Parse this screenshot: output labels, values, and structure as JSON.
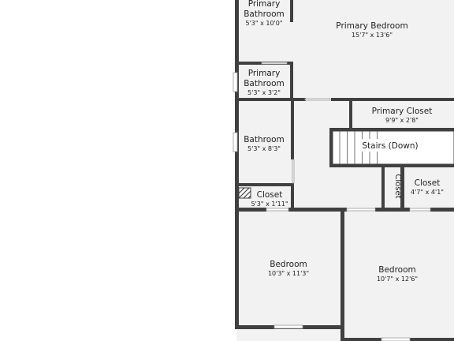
{
  "floorplan": {
    "colors": {
      "wall": "#404040",
      "floor": "#f2f2f2",
      "text": "#222222"
    },
    "rooms": [
      {
        "id": "primary-bathroom-top",
        "name_lines": [
          "Primary",
          "Bathroom"
        ],
        "dims": "5'3\" x 10'0\""
      },
      {
        "id": "primary-bedroom",
        "name_lines": [
          "Primary Bedroom"
        ],
        "dims": "15'7\" x 13'6\""
      },
      {
        "id": "primary-bathroom-mid",
        "name_lines": [
          "Primary",
          "Bathroom"
        ],
        "dims": "5'3\" x 3'2\""
      },
      {
        "id": "primary-closet",
        "name_lines": [
          "Primary Closet"
        ],
        "dims": "9'9\" x 2'8\""
      },
      {
        "id": "bathroom",
        "name_lines": [
          "Bathroom"
        ],
        "dims": "5'3\" x 8'3\""
      },
      {
        "id": "stairs",
        "name_lines": [
          "Stairs (Down)"
        ],
        "dims": ""
      },
      {
        "id": "closet-hall",
        "name_lines": [
          "Closet"
        ],
        "dims": "5'3\" x 1'11\""
      },
      {
        "id": "closet-vertical",
        "name_lines": [
          "Closet"
        ],
        "dims": ""
      },
      {
        "id": "closet-right",
        "name_lines": [
          "Closet"
        ],
        "dims": "4'7\" x 4'1\""
      },
      {
        "id": "bedroom-left",
        "name_lines": [
          "Bedroom"
        ],
        "dims": "10'3\" x 11'3\""
      },
      {
        "id": "bedroom-right",
        "name_lines": [
          "Bedroom"
        ],
        "dims": "10'7\" x 12'6\""
      }
    ]
  }
}
